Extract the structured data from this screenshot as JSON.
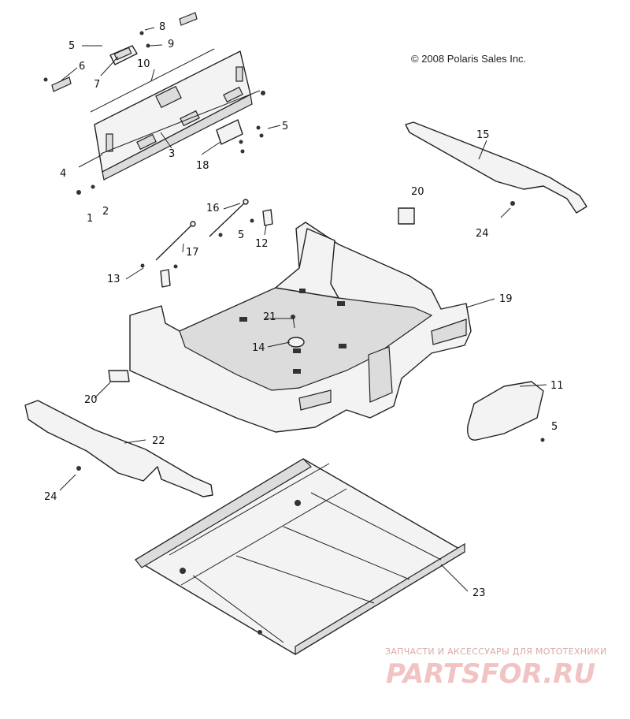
{
  "copyright": "© 2008 Polaris Sales Inc.",
  "watermark": {
    "subtitle": "ЗАПЧАСТИ И АКСЕССУАРЫ ДЛЯ МОТОТЕХНИКИ",
    "brand": "PARTSFOR.RU"
  },
  "callouts": {
    "c1": "1",
    "c2": "2",
    "c3": "3",
    "c4": "4",
    "c5a": "5",
    "c5b": "5",
    "c5c": "5",
    "c5d": "5",
    "c6": "6",
    "c7": "7",
    "c8": "8",
    "c9": "9",
    "c10": "10",
    "c11": "11",
    "c12": "12",
    "c13": "13",
    "c14": "14",
    "c15": "15",
    "c16": "16",
    "c17": "17",
    "c18": "18",
    "c19": "19",
    "c20a": "20",
    "c20b": "20",
    "c21": "21",
    "c22": "22",
    "c23": "23",
    "c24a": "24",
    "c24b": "24"
  }
}
